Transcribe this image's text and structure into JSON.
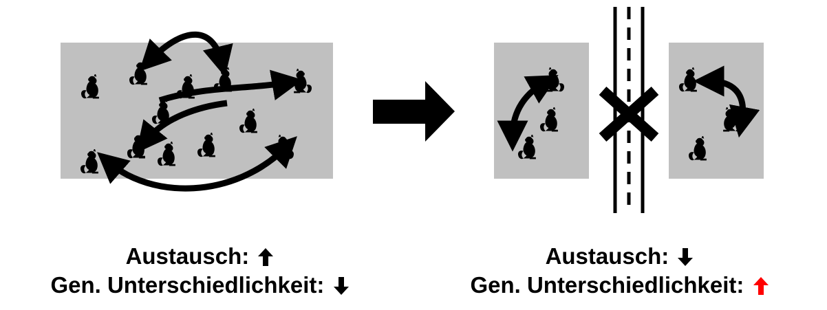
{
  "colors": {
    "habitat": "#c0c0c0",
    "ink": "#000000",
    "highlight": "#ff0000",
    "road_stripe": "#ffffff"
  },
  "icons": {
    "animal": "chipmunk-icon",
    "transition": "right-arrow-icon",
    "barrier": "road-icon",
    "blocked": "x-cross-icon",
    "increase": "up-arrow-icon",
    "decrease": "down-arrow-icon"
  },
  "left": {
    "animals_count": 13,
    "migration_arrows_count": 4,
    "caption": {
      "exchange_label": "Austausch:",
      "exchange_trend": "increase",
      "diversity_label": "Gen. Unterschiedlichkeit:",
      "diversity_trend": "decrease"
    }
  },
  "right": {
    "patches": 2,
    "animals_per_patch": 3,
    "migration_arrows_count": 2,
    "road_crossing_blocked": true,
    "caption": {
      "exchange_label": "Austausch:",
      "exchange_trend": "decrease",
      "diversity_label": "Gen. Unterschiedlichkeit:",
      "diversity_trend": "increase",
      "diversity_trend_color": "#ff0000"
    }
  }
}
